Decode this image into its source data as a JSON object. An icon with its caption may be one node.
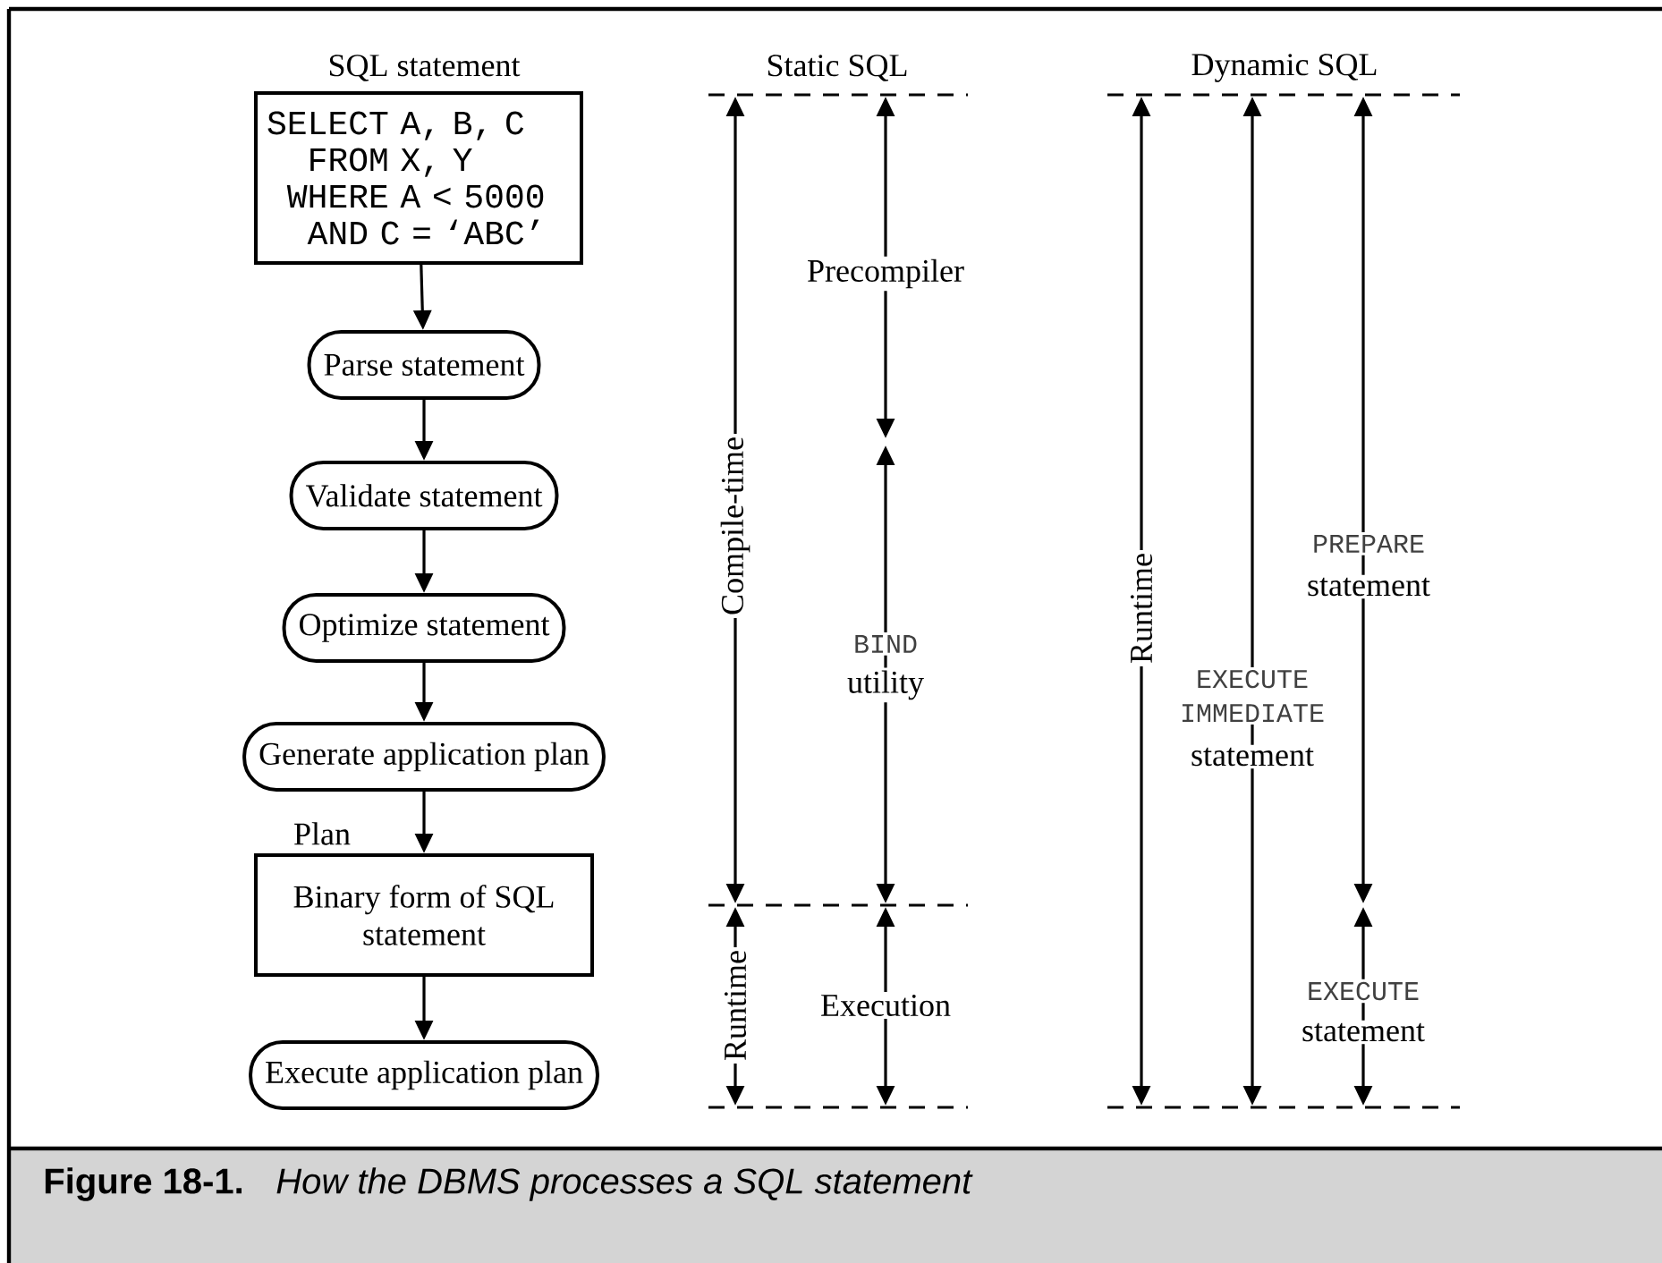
{
  "diagram": {
    "caption": "How the DBMS processes a SQL statement",
    "nodes": [
      {
        "text": [
          "SQL statement",
          "SELECT A, B, C",
          "FROM X, Y",
          "WHERE A < 5000",
          "AND C = ‘ABC’"
        ]
      },
      {
        "text": [
          "Parse statement"
        ]
      },
      {
        "text": [
          "Validate statement"
        ]
      },
      {
        "text": [
          "Optimize statement"
        ]
      },
      {
        "text": [
          "Generate application plan"
        ]
      },
      {
        "text": [
          "Binary form of SQL statement"
        ],
        "beside": [
          "Plan"
        ]
      },
      {
        "text": [
          "Execute application plan"
        ]
      }
    ],
    "edges": [
      {
        "from": 0,
        "to": 1,
        "arrow": "to"
      },
      {
        "from": 1,
        "to": 2,
        "arrow": "to"
      },
      {
        "from": 2,
        "to": 3,
        "arrow": "to"
      },
      {
        "from": 3,
        "to": 4,
        "arrow": "to"
      },
      {
        "from": 4,
        "to": 5,
        "arrow": "to"
      },
      {
        "from": 5,
        "to": 6,
        "arrow": "to"
      }
    ],
    "labels": [
      "Static SQL",
      "Dynamic SQL",
      "Precompiler",
      "Compile-time",
      "PREPARE",
      "statement",
      "Runtime",
      "BIND",
      "utility",
      "EXECUTE IMMEDIATE",
      "statement",
      "Runtime",
      "Execution",
      "EXECUTE",
      "statement",
      "Figure 18-1."
    ]
  }
}
